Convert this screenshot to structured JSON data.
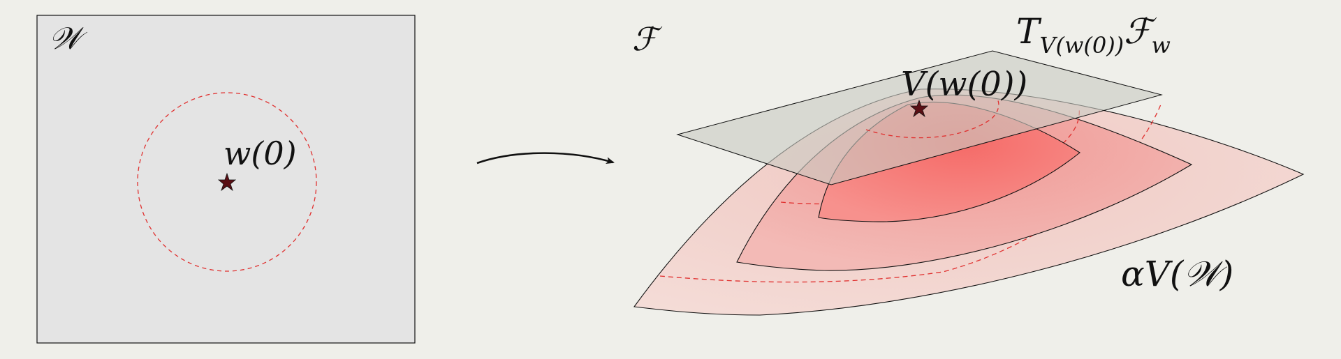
{
  "left_panel": {
    "space_label": "𝒲",
    "point_label": "w(0)"
  },
  "right_panel": {
    "space_label": "ℱ",
    "tangent_label_main": "T",
    "tangent_label_sub": "V(w(0))",
    "tangent_label_tail": "ℱ",
    "tangent_label_tail_sub": "w",
    "point_label": "V(w(0))",
    "image_label": "αV(𝒲)"
  },
  "colors": {
    "background": "#efefea",
    "box_fill": "#e4e4e4",
    "dashed_red": "#e0302f",
    "star": "#5a0f14",
    "region_outer": "#f3d6d0",
    "region_middle": "#f2b1ae",
    "region_inner": "#f5807c",
    "plane": "#c9cbc4"
  }
}
